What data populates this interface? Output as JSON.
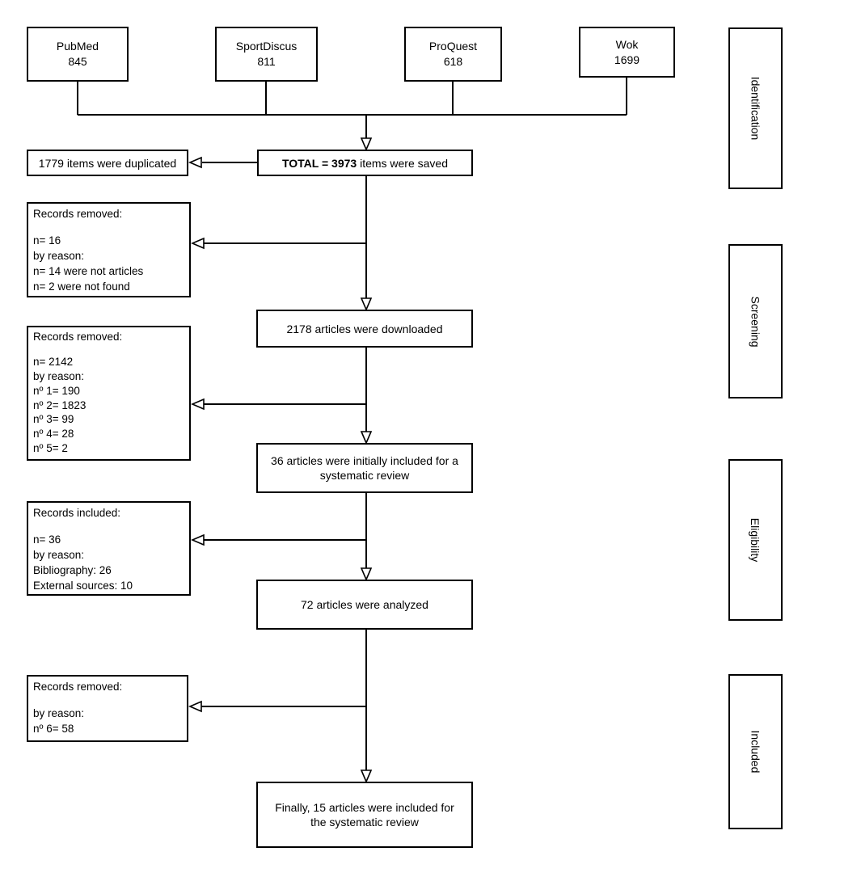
{
  "diagram": {
    "sources": [
      {
        "name": "PubMed",
        "count": "845"
      },
      {
        "name": "SportDiscus",
        "count": "811"
      },
      {
        "name": "ProQuest",
        "count": "618"
      },
      {
        "name": "Wok",
        "count": "1699"
      }
    ],
    "duplicated_label": "1779 items were duplicated",
    "total": {
      "bold": "TOTAL = 3973",
      "rest": " items were saved"
    },
    "removed1": {
      "lines": [
        "Records removed:",
        "",
        "n= 16",
        "by reason:",
        "n= 14 were not articles",
        "n= 2 were not found"
      ]
    },
    "downloaded_label": "2178 articles were downloaded",
    "removed2": {
      "lines": [
        "Records removed:",
        "",
        "n= 2142",
        "by reason:",
        "nº 1= 190",
        "nº 2= 1823",
        "nº 3= 99",
        "nº 4= 28",
        "nº 5= 2"
      ]
    },
    "initial_included": {
      "line1": "36 articles were initially included for a",
      "line2": "systematic review"
    },
    "included_records": {
      "lines": [
        "Records included:",
        "",
        "n= 36",
        "by reason:",
        "Bibliography: 26",
        "External sources: 10"
      ]
    },
    "analyzed_label": "72 articles were analyzed",
    "removed3": {
      "lines": [
        "Records removed:",
        "",
        "by reason:",
        "nº 6= 58"
      ]
    },
    "final_included": {
      "line1": "Finally, 15 articles were included for",
      "line2": "the systematic review"
    },
    "stages": [
      "Identification",
      "Screening",
      "Eligibility",
      "Included"
    ],
    "colors": {
      "line": "#000000",
      "box_border": "#000000",
      "background": "#ffffff"
    }
  }
}
